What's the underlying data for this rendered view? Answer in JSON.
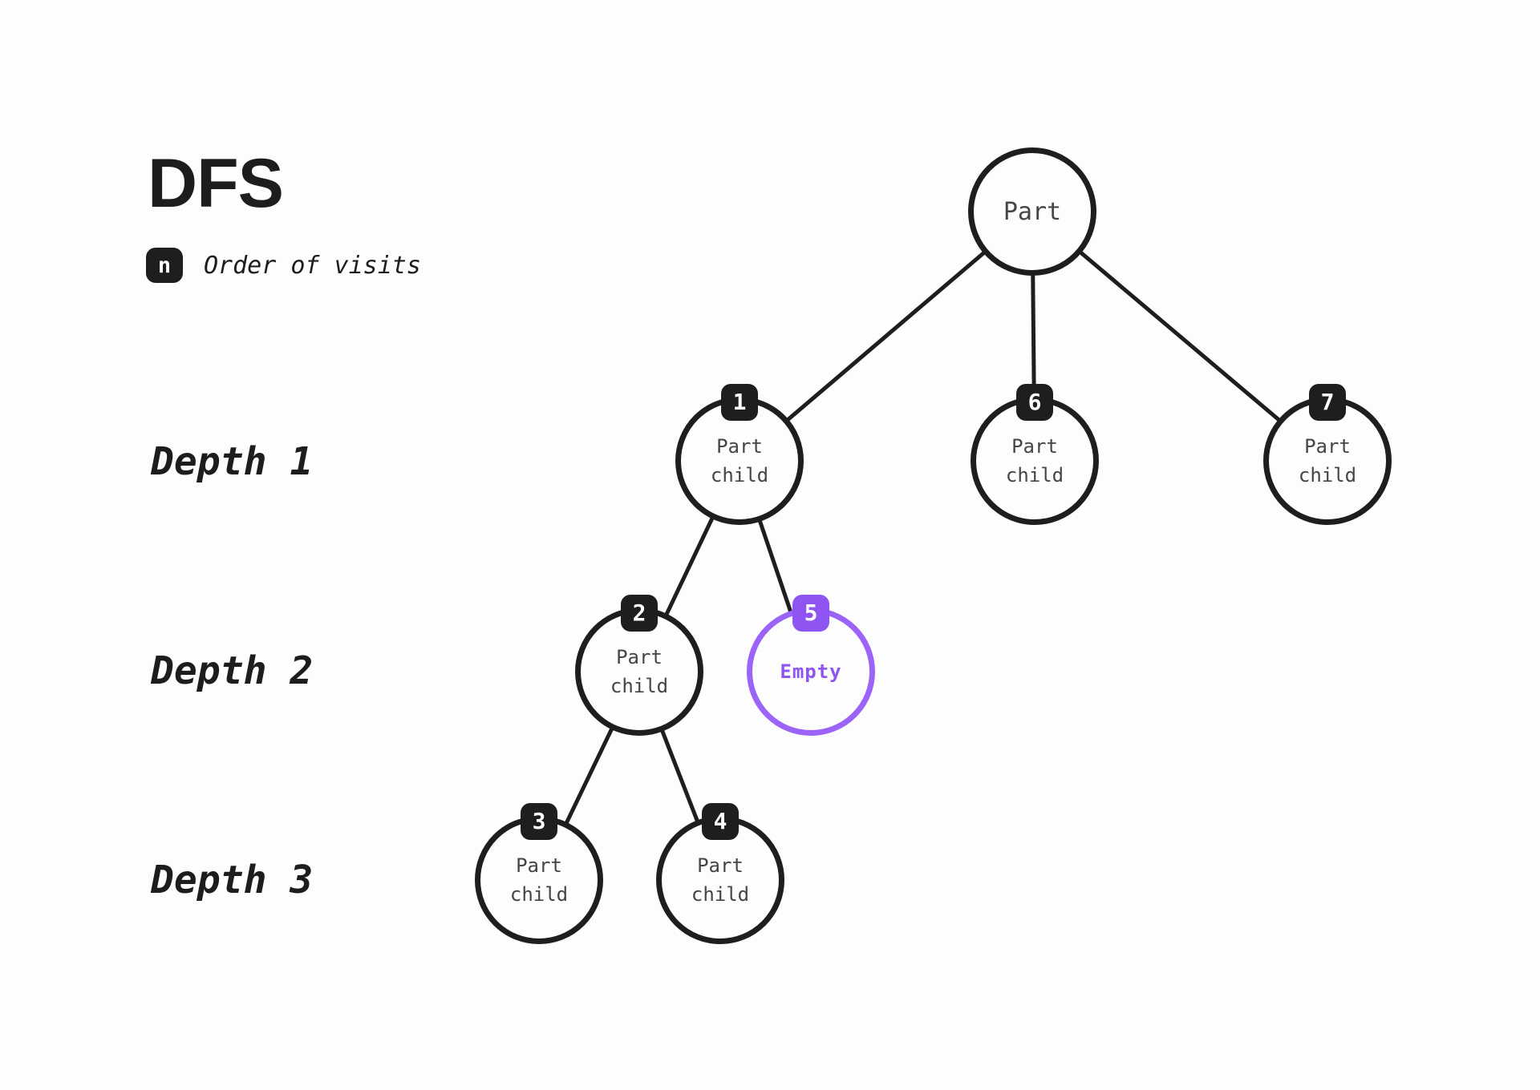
{
  "title": "DFS",
  "legend": {
    "badge": "n",
    "label": "Order of visits"
  },
  "depth_labels": {
    "d1": "Depth 1",
    "d2": "Depth 2",
    "d3": "Depth 3"
  },
  "colors": {
    "background": "#fdfdfd",
    "ink": "#1e1e1e",
    "node_label": "#454545",
    "badge_bg": "#1e1e1e",
    "badge_text": "#ffffff",
    "highlight_purple": "#8F55F2",
    "highlight_stroke": "#9C63F8"
  },
  "tree": {
    "algorithm": "DFS",
    "root": {
      "label": "Part",
      "order": null,
      "depth": 0
    },
    "nodes": [
      {
        "order": "1",
        "label": "Part child",
        "variant": "default",
        "depth": 1,
        "parent": "root"
      },
      {
        "order": "2",
        "label": "Part child",
        "variant": "default",
        "depth": 2,
        "parent": "1"
      },
      {
        "order": "3",
        "label": "Part child",
        "variant": "default",
        "depth": 3,
        "parent": "2"
      },
      {
        "order": "4",
        "label": "Part child",
        "variant": "default",
        "depth": 3,
        "parent": "2"
      },
      {
        "order": "5",
        "label": "Empty",
        "variant": "highlight",
        "depth": 2,
        "parent": "1"
      },
      {
        "order": "6",
        "label": "Part child",
        "variant": "default",
        "depth": 1,
        "parent": "root"
      },
      {
        "order": "7",
        "label": "Part child",
        "variant": "default",
        "depth": 1,
        "parent": "root"
      }
    ]
  }
}
